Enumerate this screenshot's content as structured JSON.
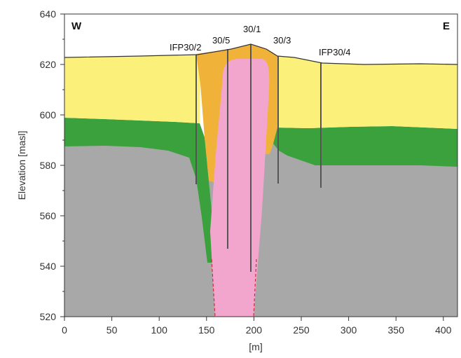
{
  "corner_labels": {
    "west": "W",
    "east": "E"
  },
  "axes": {
    "y_label": "Elevation [masl]",
    "x_label": "[m]",
    "y_ticks": [
      "640",
      "620",
      "600",
      "580",
      "560",
      "540",
      "520"
    ],
    "x_ticks": [
      "0",
      "50",
      "100",
      "150",
      "200",
      "250",
      "300",
      "350",
      "400"
    ]
  },
  "wells": [
    "IFP30/2",
    "30/5",
    "30/1",
    "30/3",
    "IFP30/4"
  ],
  "colors": {
    "sediment_yellow": "#fbf07a",
    "sediment_orange": "#f1b23a",
    "green_layer": "#3aa13c",
    "bedrock_gray": "#a8a8a8",
    "intrusion_pink": "#f3a6cd"
  }
}
